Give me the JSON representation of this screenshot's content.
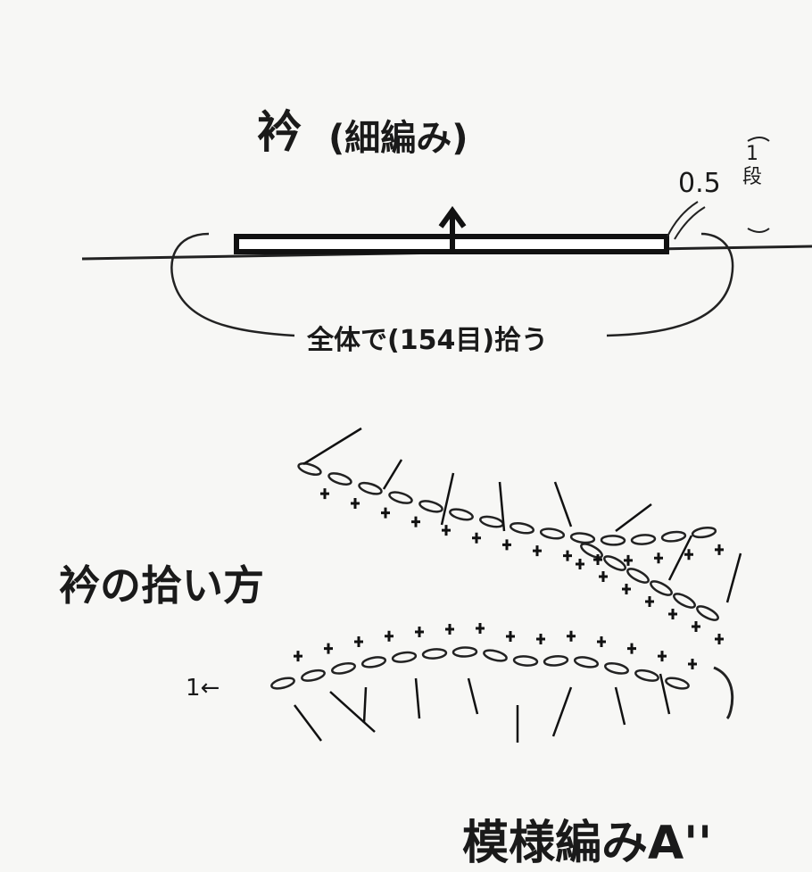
{
  "collar": {
    "title": "衿",
    "stitch": "(細編み)",
    "width": "0.5",
    "rows": "1",
    "rows_unit": "段",
    "pickup_note": "全体で(154目)拾う"
  },
  "pickup_diagram": {
    "title": "衿の拾い方",
    "start": "1←"
  },
  "pattern_label": "模様編みA''"
}
